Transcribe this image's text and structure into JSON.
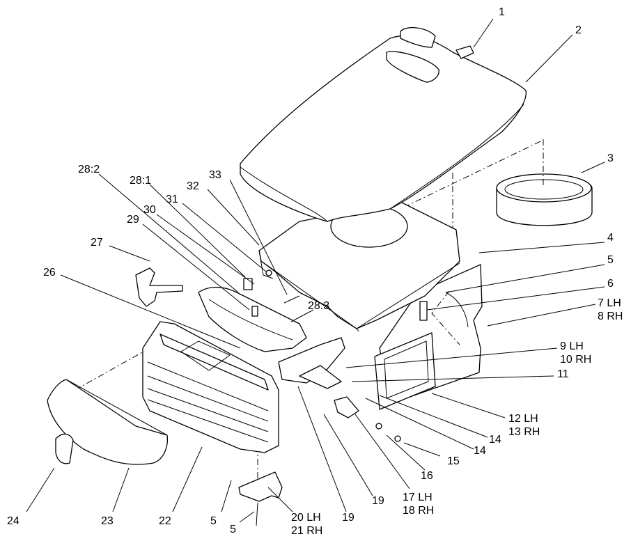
{
  "callouts": [
    {
      "id": "c1",
      "lines": [
        "1"
      ]
    },
    {
      "id": "c2",
      "lines": [
        "2"
      ]
    },
    {
      "id": "c3",
      "lines": [
        "3"
      ]
    },
    {
      "id": "c4",
      "lines": [
        "4"
      ]
    },
    {
      "id": "c5a",
      "lines": [
        "5"
      ]
    },
    {
      "id": "c6",
      "lines": [
        "6"
      ]
    },
    {
      "id": "c7",
      "lines": [
        "7 LH",
        "8 RH"
      ]
    },
    {
      "id": "c9",
      "lines": [
        "9 LH",
        "10 RH"
      ]
    },
    {
      "id": "c11",
      "lines": [
        "11"
      ]
    },
    {
      "id": "c12",
      "lines": [
        "12 LH",
        "13 RH"
      ]
    },
    {
      "id": "c14a",
      "lines": [
        "14"
      ]
    },
    {
      "id": "c14b",
      "lines": [
        "14"
      ]
    },
    {
      "id": "c15",
      "lines": [
        "15"
      ]
    },
    {
      "id": "c16",
      "lines": [
        "16"
      ]
    },
    {
      "id": "c17",
      "lines": [
        "17 LH",
        "18 RH"
      ]
    },
    {
      "id": "c19a",
      "lines": [
        "19"
      ]
    },
    {
      "id": "c19b",
      "lines": [
        "19"
      ]
    },
    {
      "id": "c20",
      "lines": [
        "20 LH",
        "21 RH"
      ]
    },
    {
      "id": "c5b",
      "lines": [
        "5"
      ]
    },
    {
      "id": "c5c",
      "lines": [
        "5"
      ]
    },
    {
      "id": "c22",
      "lines": [
        "22"
      ]
    },
    {
      "id": "c23",
      "lines": [
        "23"
      ]
    },
    {
      "id": "c24",
      "lines": [
        "24"
      ]
    },
    {
      "id": "c26",
      "lines": [
        "26"
      ]
    },
    {
      "id": "c27",
      "lines": [
        "27"
      ]
    },
    {
      "id": "c29",
      "lines": [
        "29"
      ]
    },
    {
      "id": "c30",
      "lines": [
        "30"
      ]
    },
    {
      "id": "c281",
      "lines": [
        "28:1"
      ]
    },
    {
      "id": "c282",
      "lines": [
        "28:2"
      ]
    },
    {
      "id": "c31",
      "lines": [
        "31"
      ]
    },
    {
      "id": "c32",
      "lines": [
        "32"
      ]
    },
    {
      "id": "c33",
      "lines": [
        "33"
      ]
    },
    {
      "id": "c283",
      "lines": [
        "28:3"
      ]
    }
  ]
}
